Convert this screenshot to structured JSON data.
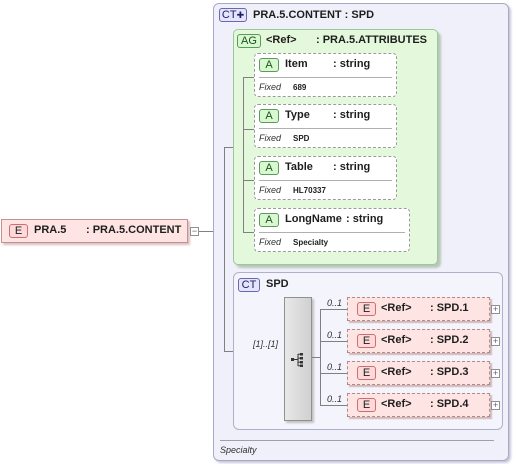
{
  "root": {
    "tag": "E",
    "name": "PRA.5",
    "type": ": PRA.5.CONTENT"
  },
  "complex_type": {
    "tag": "CT",
    "title": "PRA.5.CONTENT : SPD"
  },
  "attribute_group": {
    "tag": "AG",
    "ref": "<Ref>",
    "name": ": PRA.5.ATTRIBUTES",
    "attributes": [
      {
        "tag": "A",
        "name": "Item",
        "type": ": string",
        "fixed_label": "Fixed",
        "fixed_value": "689"
      },
      {
        "tag": "A",
        "name": "Type",
        "type": ": string",
        "fixed_label": "Fixed",
        "fixed_value": "SPD"
      },
      {
        "tag": "A",
        "name": "Table",
        "type": ": string",
        "fixed_label": "Fixed",
        "fixed_value": "HL70337"
      },
      {
        "tag": "A",
        "name": "LongName",
        "type": ": string",
        "fixed_label": "Fixed",
        "fixed_value": "Specialty"
      }
    ]
  },
  "inner_type": {
    "tag": "CT",
    "name": "SPD",
    "cardinality": "[1]..[1]",
    "elements": [
      {
        "tag": "E",
        "ref": "<Ref>",
        "name": ": SPD.1",
        "occurs": "0..1"
      },
      {
        "tag": "E",
        "ref": "<Ref>",
        "name": ": SPD.2",
        "occurs": "0..1"
      },
      {
        "tag": "E",
        "ref": "<Ref>",
        "name": ": SPD.3",
        "occurs": "0..1"
      },
      {
        "tag": "E",
        "ref": "<Ref>",
        "name": ": SPD.4",
        "occurs": "0..1"
      }
    ]
  },
  "documentation": "Specialty",
  "icons": {
    "expand": "minus-icon",
    "collapsed": "plus-icon",
    "sequence": "sequence-icon"
  },
  "colors": {
    "element": "#ffe4e4",
    "attribute_group": "#e4f8dc",
    "complex_type": "#f0f0fb"
  }
}
